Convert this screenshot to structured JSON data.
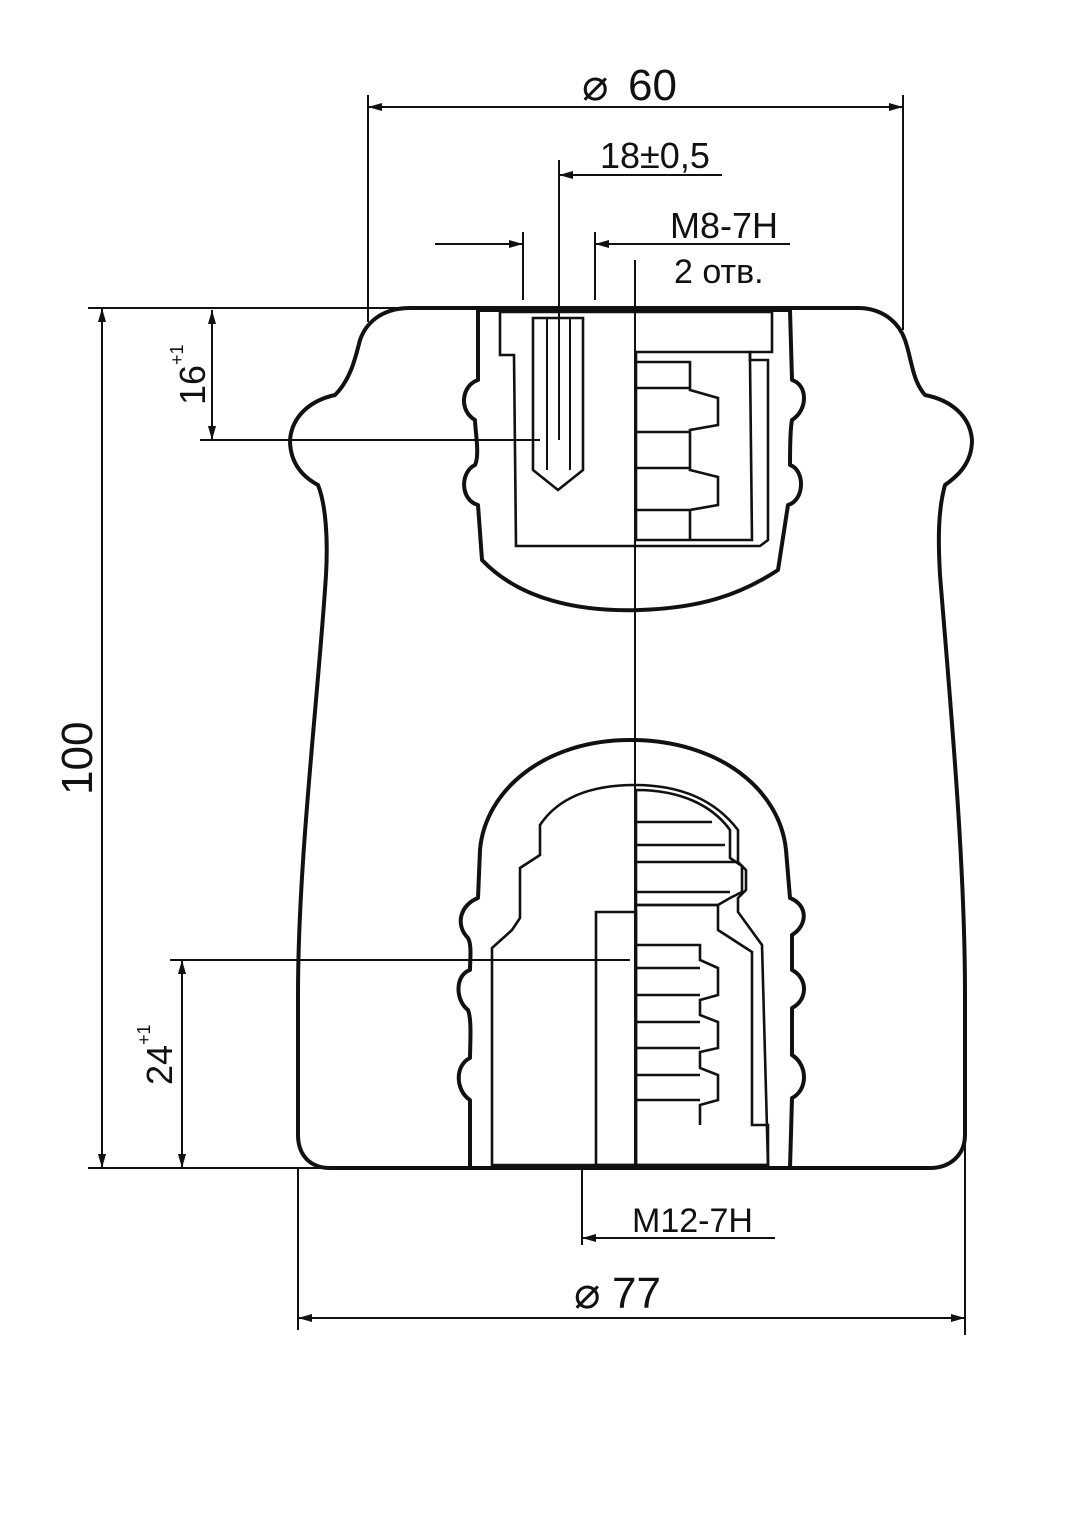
{
  "dimensions": {
    "top_diameter": {
      "symbol": "⌀",
      "value": "60"
    },
    "hole_spacing": "18±0,5",
    "top_thread": {
      "line1": "M8-7H",
      "line2": "2 отв."
    },
    "top_depth": {
      "value": "16",
      "tol": "+1"
    },
    "height": "100",
    "bottom_depth": {
      "value": "24",
      "tol": "+1"
    },
    "bottom_thread": "M12-7H",
    "bottom_diameter": {
      "symbol": "⌀",
      "value": "77"
    }
  },
  "colors": {
    "line": "#111111",
    "background": "#ffffff"
  }
}
